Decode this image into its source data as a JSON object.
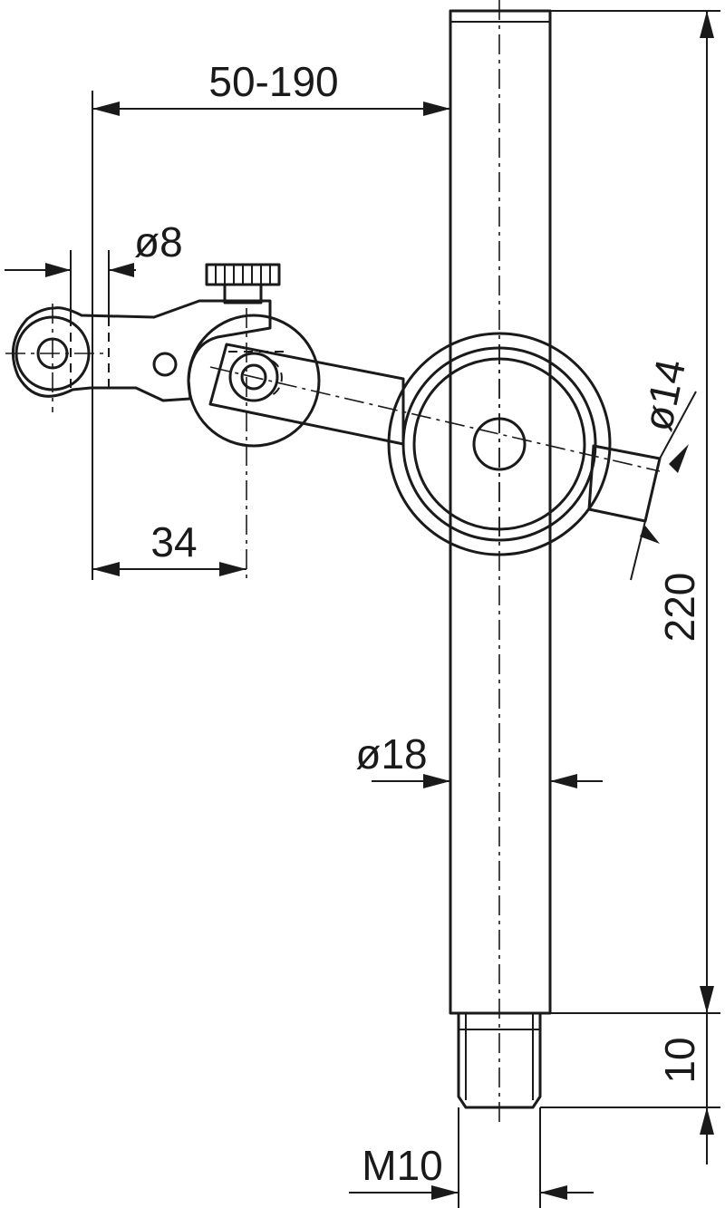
{
  "drawing": {
    "dimensions": {
      "reach": "50-190",
      "clamp_bore": "ø8",
      "pivot_offset": "34",
      "arm_diameter": "ø14",
      "column_length": "220",
      "column_diameter": "ø18",
      "thread_length": "10",
      "thread": "M10"
    }
  }
}
